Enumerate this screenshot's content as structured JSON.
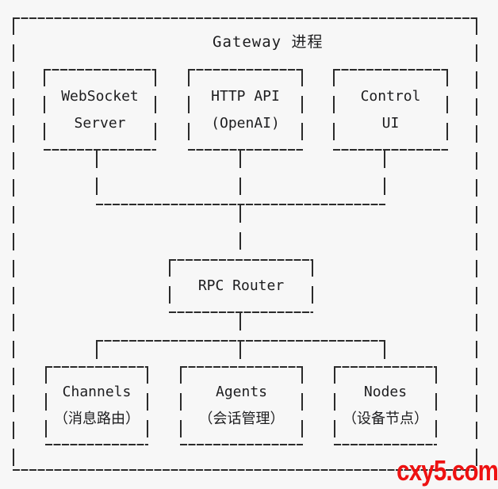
{
  "theme": {
    "background": "#f7f7f7",
    "line": "#2b2b2b",
    "text": "#1d1d1f",
    "watermark": "#ee1111"
  },
  "diagram": {
    "title": "Gateway 进程",
    "top_boxes": [
      {
        "line1": "WebSocket",
        "line2": "Server"
      },
      {
        "line1": "HTTP API",
        "line2": "(OpenAI)"
      },
      {
        "line1": "Control",
        "line2": "UI"
      }
    ],
    "router_box": {
      "label": "RPC Router"
    },
    "bottom_boxes": [
      {
        "line1": "Channels",
        "line2": "（消息路由）"
      },
      {
        "line1": "Agents",
        "line2": "（会话管理）"
      },
      {
        "line1": "Nodes",
        "line2": "（设备节点）"
      }
    ]
  },
  "watermark": {
    "text": "cxy5.com"
  }
}
